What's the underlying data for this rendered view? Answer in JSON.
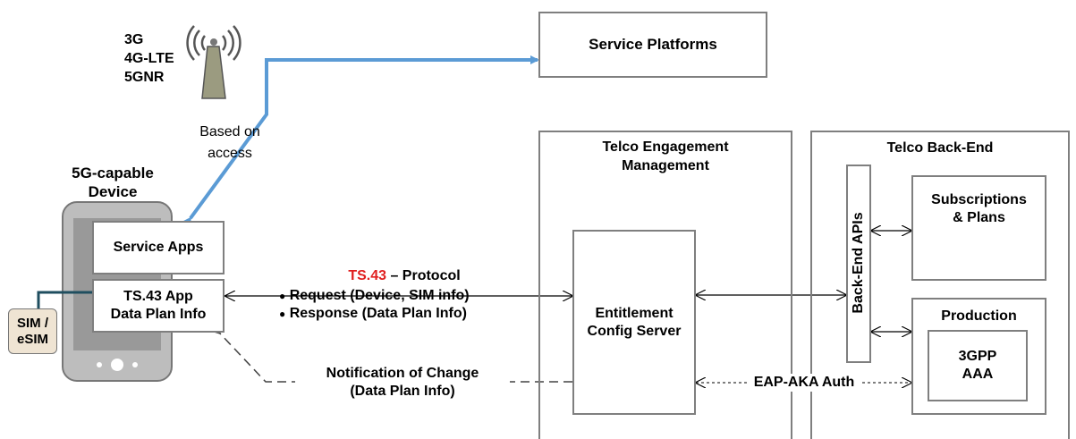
{
  "network": {
    "technologies": [
      "3G",
      "4G-LTE",
      "5GNR"
    ],
    "access_note": [
      "Based on",
      "access"
    ]
  },
  "service_platforms": {
    "label": "Service Platforms"
  },
  "device": {
    "title": [
      "5G-capable",
      "Device"
    ],
    "service_apps": "Service Apps",
    "ts43_app": [
      "TS.43 App",
      "Data Plan Info"
    ],
    "sim": [
      "SIM /",
      "eSIM"
    ]
  },
  "protocol": {
    "ts_label": "TS.43",
    "rest": " – Protocol",
    "items": [
      "Request (Device, SIM info)",
      "Response (Data Plan Info)"
    ]
  },
  "notification": [
    "Notification of Change",
    "(Data Plan Info)"
  ],
  "engagement": {
    "title": [
      "Telco Engagement",
      "Management"
    ],
    "server": [
      "Entitlement",
      "Config Server"
    ]
  },
  "backend": {
    "title": "Telco Back-End",
    "apis": "Back-End APIs",
    "subscriptions": [
      "Subscriptions",
      "& Plans"
    ],
    "production": "Production",
    "aaa": [
      "3GPP",
      "AAA"
    ]
  },
  "eap_auth": "EAP-AKA Auth",
  "colors": {
    "accent_blue": "#5b9bd5",
    "highlight_red": "#e02020",
    "box_border": "#7f7f7f",
    "phone_gray": "#a6a6a6"
  }
}
